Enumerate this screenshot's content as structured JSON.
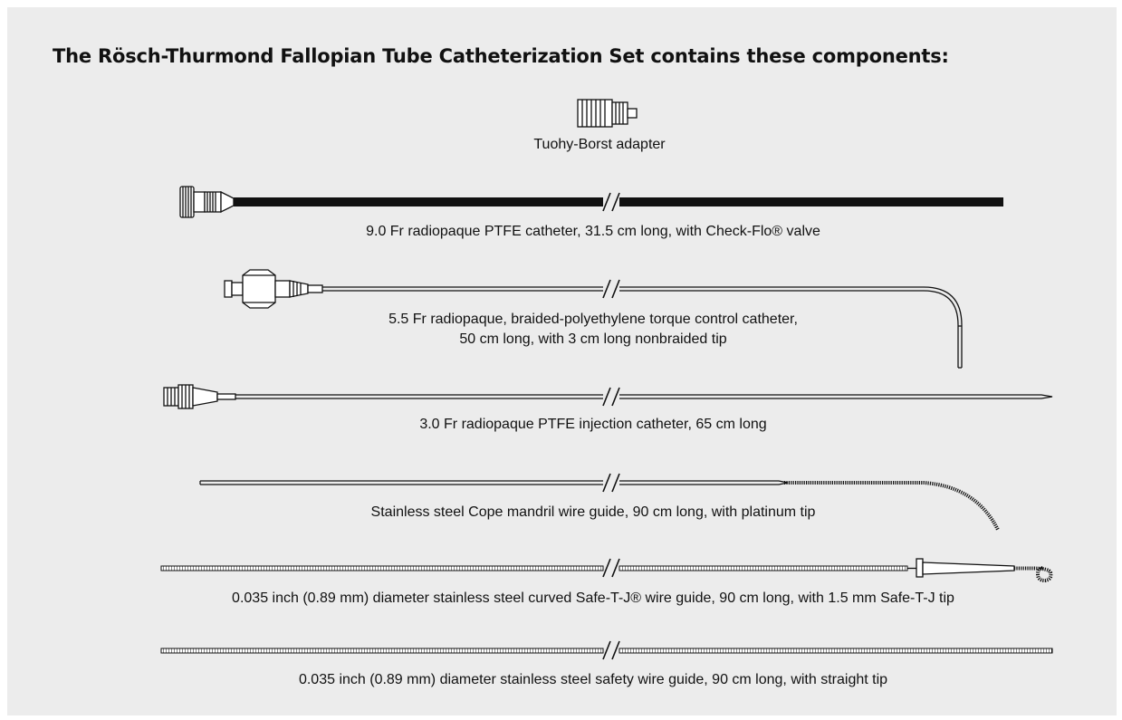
{
  "title": "The Rösch-Thurmond Fallopian Tube Catheterization Set contains these components:",
  "components": [
    {
      "label": "Tuohy-Borst adapter",
      "icon": "tuohy-borst-adapter-icon"
    },
    {
      "label": "9.0 Fr radiopaque PTFE catheter, 31.5 cm long, with Check-Flo® valve",
      "icon": "check-flo-catheter-icon"
    },
    {
      "label_line1": "5.5 Fr radiopaque, braided-polyethylene torque control catheter,",
      "label_line2": "50 cm long, with 3 cm long nonbraided tip",
      "icon": "torque-control-catheter-icon"
    },
    {
      "label": "3.0 Fr radiopaque PTFE injection catheter, 65 cm long",
      "icon": "injection-catheter-icon"
    },
    {
      "label": "Stainless steel Cope mandril wire guide, 90 cm long, with platinum tip",
      "icon": "mandril-wire-guide-icon"
    },
    {
      "label": "0.035 inch (0.89 mm) diameter stainless steel curved Safe-T-J® wire guide, 90 cm long, with 1.5 mm Safe-T-J tip",
      "icon": "safe-t-j-wire-guide-icon"
    },
    {
      "label": "0.035 inch (0.89 mm) diameter stainless steel safety wire guide, 90 cm long, with straight tip",
      "icon": "safety-wire-guide-icon"
    }
  ],
  "colors": {
    "background": "#ececec",
    "ink": "#111111"
  }
}
